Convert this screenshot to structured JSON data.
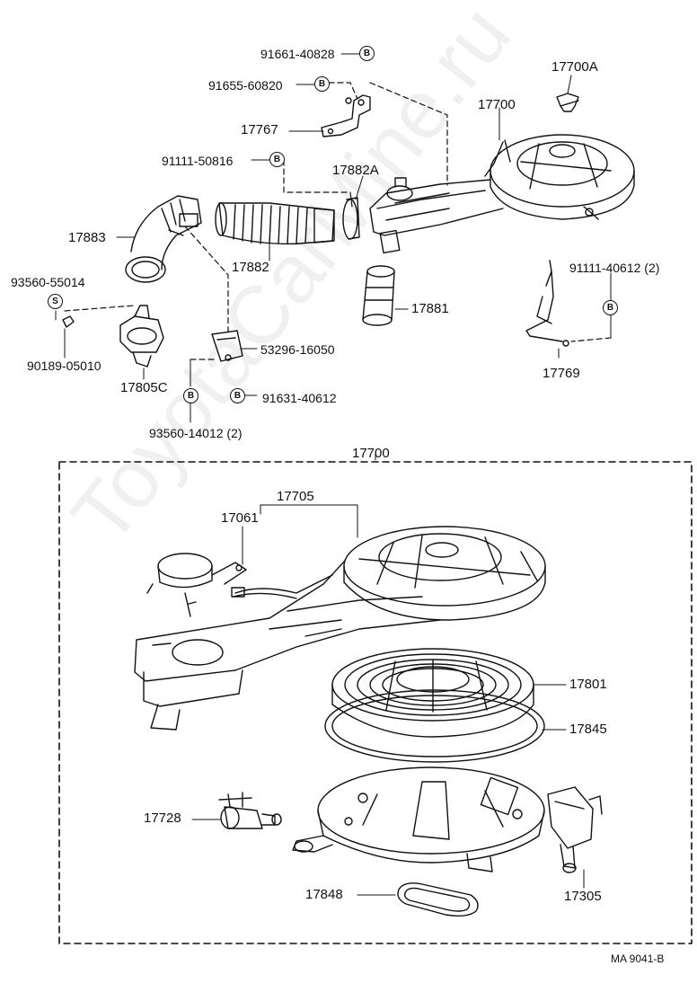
{
  "watermark": "ToyotaCarMine.ru",
  "reference": "MA  9041-B",
  "assembly_label": "17700",
  "labels": {
    "l_91661": "91661-40828",
    "l_91655": "91655-60820",
    "l_17767": "17767",
    "l_17700A": "17700A",
    "l_17700top": "17700",
    "l_91111a": "91111-50816",
    "l_17882A": "17882A",
    "l_17883": "17883",
    "l_17882": "17882",
    "l_93560a": "93560-55014",
    "l_17881": "17881",
    "l_91111b": "91111-40612 (2)",
    "l_90189": "90189-05010",
    "l_53296": "53296-16050",
    "l_17805C": "17805C",
    "l_91631": "91631-40612",
    "l_17769": "17769",
    "l_93560b": "93560-14012 (2)",
    "l_17705": "17705",
    "l_17061": "17061",
    "l_17801": "17801",
    "l_17845": "17845",
    "l_17728": "17728",
    "l_17848": "17848",
    "l_17305": "17305"
  },
  "markers": {
    "b": "B",
    "s": "S"
  }
}
